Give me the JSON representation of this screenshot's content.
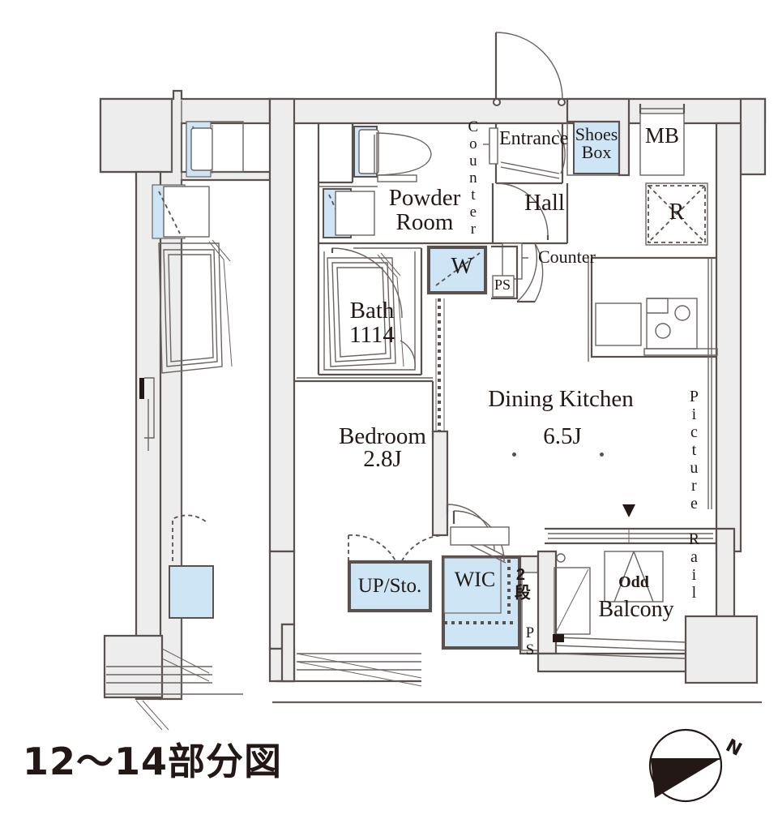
{
  "sheet": {
    "footer_title": "12〜14部分図",
    "compass_label": "N",
    "colors": {
      "fixture_blue": "#cde5f5",
      "wall_gray": "#eeeeee",
      "line_dark": "#5a504d",
      "text": "#231815"
    }
  },
  "rooms": [
    {
      "id": "powder_room",
      "name": "Powder Room",
      "label_line1": "Powder",
      "label_line2": "Room"
    },
    {
      "id": "bath",
      "name": "Bath",
      "label_line1": "Bath",
      "label_line2": "1114"
    },
    {
      "id": "bedroom",
      "name": "Bedroom",
      "label_line1": "Bedroom",
      "label_line2": "2.8J"
    },
    {
      "id": "dining_kitchen",
      "name": "Dining Kitchen",
      "label_line1": "Dining Kitchen",
      "label_line2": "6.5J"
    },
    {
      "id": "hall",
      "name": "Hall",
      "label_line1": "Hall",
      "label_line2": ""
    },
    {
      "id": "entrance",
      "name": "Entrance",
      "label_line1": "Entrance",
      "label_line2": ""
    },
    {
      "id": "balcony",
      "name": "Balcony",
      "label_line1": "Balcony",
      "label_line2": ""
    }
  ],
  "labels": {
    "powder_room_1": "Powder",
    "powder_room_2": "Room",
    "bath_1": "Bath",
    "bath_2": "1114",
    "bedroom_1": "Bedroom",
    "bedroom_2": "2.8J",
    "dining_kitchen_1": "Dining Kitchen",
    "dining_kitchen_2": "6.5J",
    "hall": "Hall",
    "entrance": "Entrance",
    "shoes_box_1": "Shoes",
    "shoes_box_2": "Box",
    "mb": "MB",
    "refrigerator": "R",
    "washer": "W",
    "ps_upper": "PS",
    "ps_lower": "PS",
    "counter_vertical": "Counter",
    "counter_horizontal": "Counter",
    "picture_rail": "Picture Rail",
    "up_sto": "UP/Sto.",
    "wic": "WIC",
    "two_tier": "2段",
    "balcony": "Balcony",
    "odd": "Odd"
  }
}
